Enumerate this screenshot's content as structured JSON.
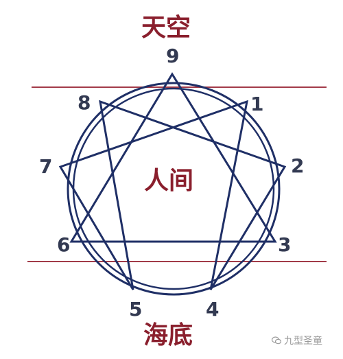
{
  "labels": {
    "top": "天空",
    "middle": "人间",
    "bottom": "海底"
  },
  "numbers": {
    "n1": "1",
    "n2": "2",
    "n3": "3",
    "n4": "4",
    "n5": "5",
    "n6": "6",
    "n7": "7",
    "n8": "8",
    "n9": "9"
  },
  "watermark": {
    "text": "九型圣童",
    "icon": "wechat-icon"
  },
  "colors": {
    "figure": "#1f2f66",
    "label": "#8a1f2d",
    "divider": "#a23a48",
    "number": "#333a52",
    "watermark": "#9a9a9a"
  }
}
